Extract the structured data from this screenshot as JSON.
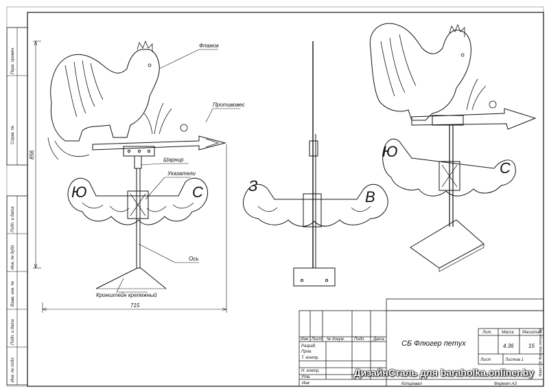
{
  "callouts": {
    "flag": "Флажок",
    "counterweight": "Противовес",
    "hinge": "Шарнир",
    "pointers": "Указатели",
    "axis": "Ось",
    "bracket": "Кронштейн крепежный"
  },
  "dimensions": {
    "height": "856",
    "width": "715"
  },
  "compass_letters": {
    "west": "Ю",
    "east": "С",
    "back_west": "З",
    "back_east": "В"
  },
  "side_strip": [
    "Перв. примен.",
    "Справ. №",
    "Подп. и дата",
    "Инв. № дубл.",
    "Взам. инв. №",
    "Подп. и дата",
    "Инв. № подл."
  ],
  "title_block": {
    "headers": [
      "Изм",
      "Лист",
      "№ докум.",
      "Подп.",
      "Дата"
    ],
    "rows": [
      "Разраб.",
      "Пров.",
      "Т. контр.",
      "Н. контр.",
      "Утв."
    ],
    "title": "СБ Флюгер петух",
    "lit_label": "Лит.",
    "mass_label": "Масса",
    "scale_label": "Масштаб",
    "mass_value": "4.36",
    "scale_value": "15",
    "sheet_label": "Лист",
    "sheets_label": "Листов 1",
    "copied": "Копировал",
    "format": "Формат А3",
    "inventory": "Инв",
    "file": "Файл СБ Флюгер петух (к)"
  },
  "watermark": "ДизайнСталь для baraholka.onliner.by"
}
